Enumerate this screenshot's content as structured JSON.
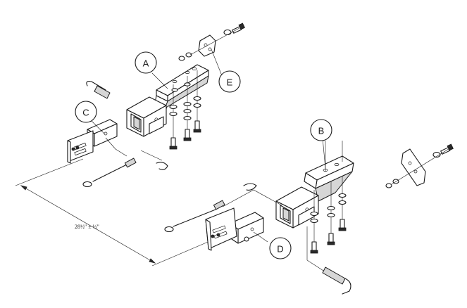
{
  "callouts": {
    "a": "A",
    "b": "B",
    "c": "C",
    "d": "D",
    "e": "E"
  },
  "dimension": {
    "label": "28½\" ±  ½\""
  }
}
